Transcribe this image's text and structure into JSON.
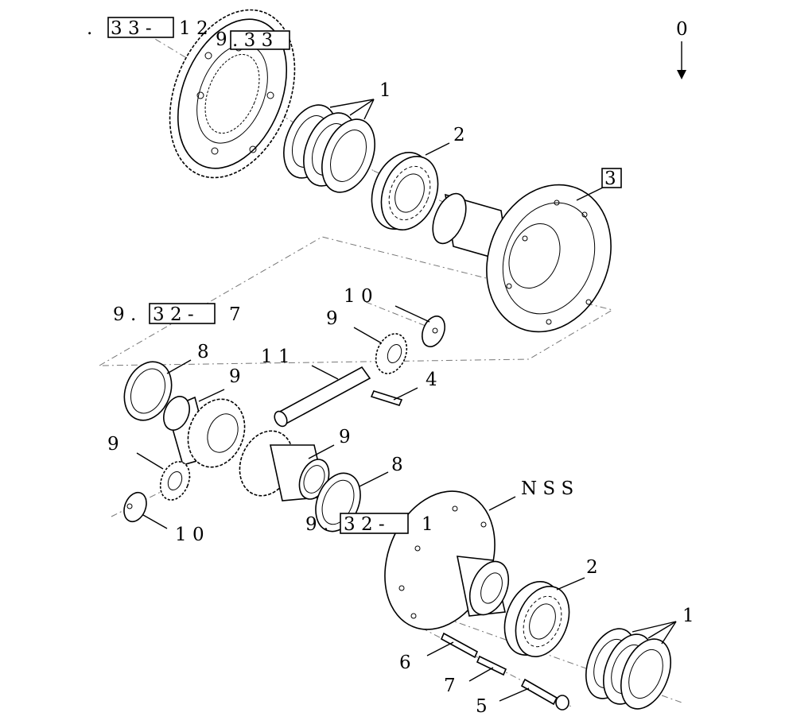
{
  "diagram": {
    "ref_top_left": {
      "prefix": ".",
      "boxed": "3 3 -",
      "suffix": "1 2"
    },
    "ref_top_center": {
      "prefix": "9",
      "boxed": ". 3 3"
    },
    "ref_middle_left": {
      "prefix": "9 .",
      "boxed": "3 2 -",
      "suffix": "7"
    },
    "ref_bottom_center": {
      "prefix": "9 .",
      "boxed": "3 2 -",
      "suffix": "1"
    },
    "ref_housing": {
      "boxed": "3"
    },
    "orientation_label": "0",
    "nss_label": "N S S",
    "callouts": {
      "c1_top": "1",
      "c2_top": "2",
      "c10_top": "1 0",
      "c9_a": "9",
      "c8_left": "8",
      "c11": "1 1",
      "c9_b": "9",
      "c4": "4",
      "c9_left": "9",
      "c9_c": "9",
      "c8_right": "8",
      "c10_bottom": "1 0",
      "c2_bottom": "2",
      "c1_bottom": "1",
      "c6": "6",
      "c7": "7",
      "c5": "5"
    }
  }
}
